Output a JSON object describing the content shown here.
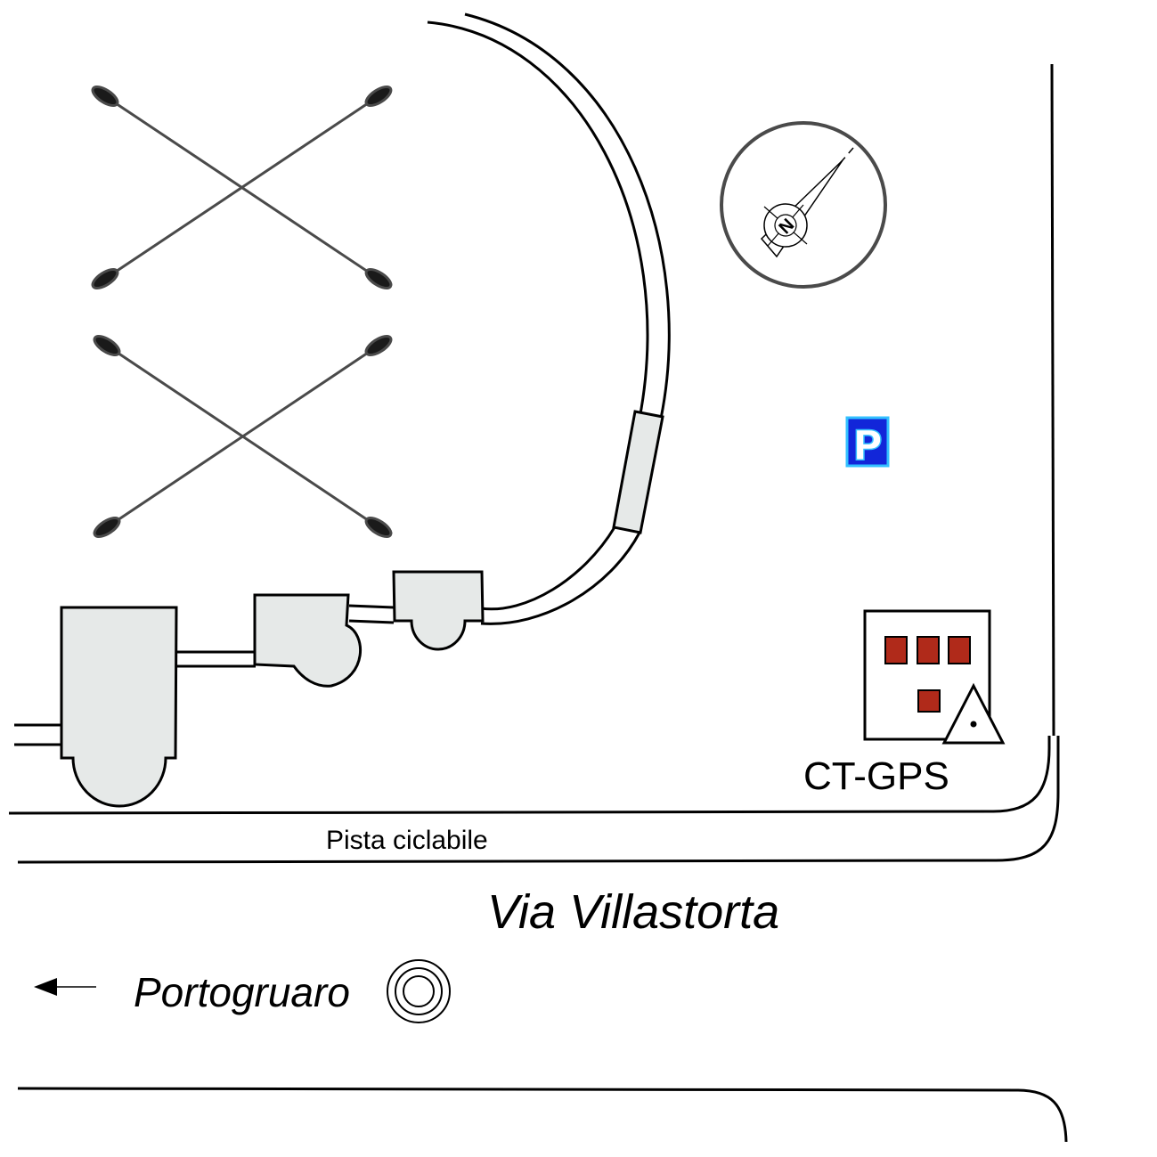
{
  "map": {
    "labels": {
      "bike_path": "Pista ciclabile",
      "main_road": "Via Villastorta",
      "direction_town": "Portogruaro",
      "station_name": "CT-GPS"
    },
    "compass": {
      "letter": "N"
    },
    "parking": {
      "letter": "P"
    },
    "colors": {
      "line": "#000000",
      "runway_line": "#4a4a4a",
      "building_fill": "#e6e9e8",
      "equipment_fill": "#b02a1a",
      "parking_fill": "#1226d9",
      "parking_border": "#33c0ff"
    },
    "icons": [
      "compass-icon",
      "parking-icon",
      "roundabout-icon",
      "arrow-left-icon",
      "gps-station-icon",
      "warning-triangle-icon"
    ]
  }
}
